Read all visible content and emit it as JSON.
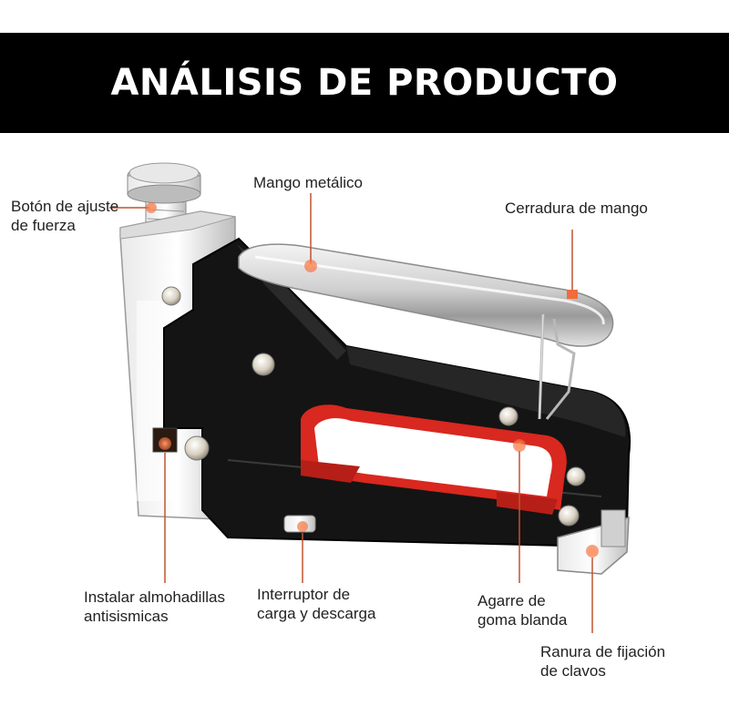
{
  "banner": {
    "title": "ANÁLISIS DE PRODUCTO"
  },
  "colors": {
    "accent": "#f26b3a",
    "line": "#c0542f",
    "banner": "#000000",
    "body": "#141414",
    "grip": "#d8281f"
  },
  "labels": {
    "adjust_button": {
      "line1": "Botón de ajuste",
      "line2": "de fuerza"
    },
    "metal_handle": {
      "line1": "Mango metálico"
    },
    "handle_lock": {
      "line1": "Cerradura de mango"
    },
    "anti_seismic_pads": {
      "line1": "Instalar almohadillas",
      "line2": "antisismicas"
    },
    "load_switch": {
      "line1": "Interruptor de",
      "line2": "carga y descarga"
    },
    "soft_grip": {
      "line1": "Agarre de",
      "line2": "goma blanda"
    },
    "nail_slot": {
      "line1": "Ranura de fijación",
      "line2": "de clavos"
    }
  }
}
